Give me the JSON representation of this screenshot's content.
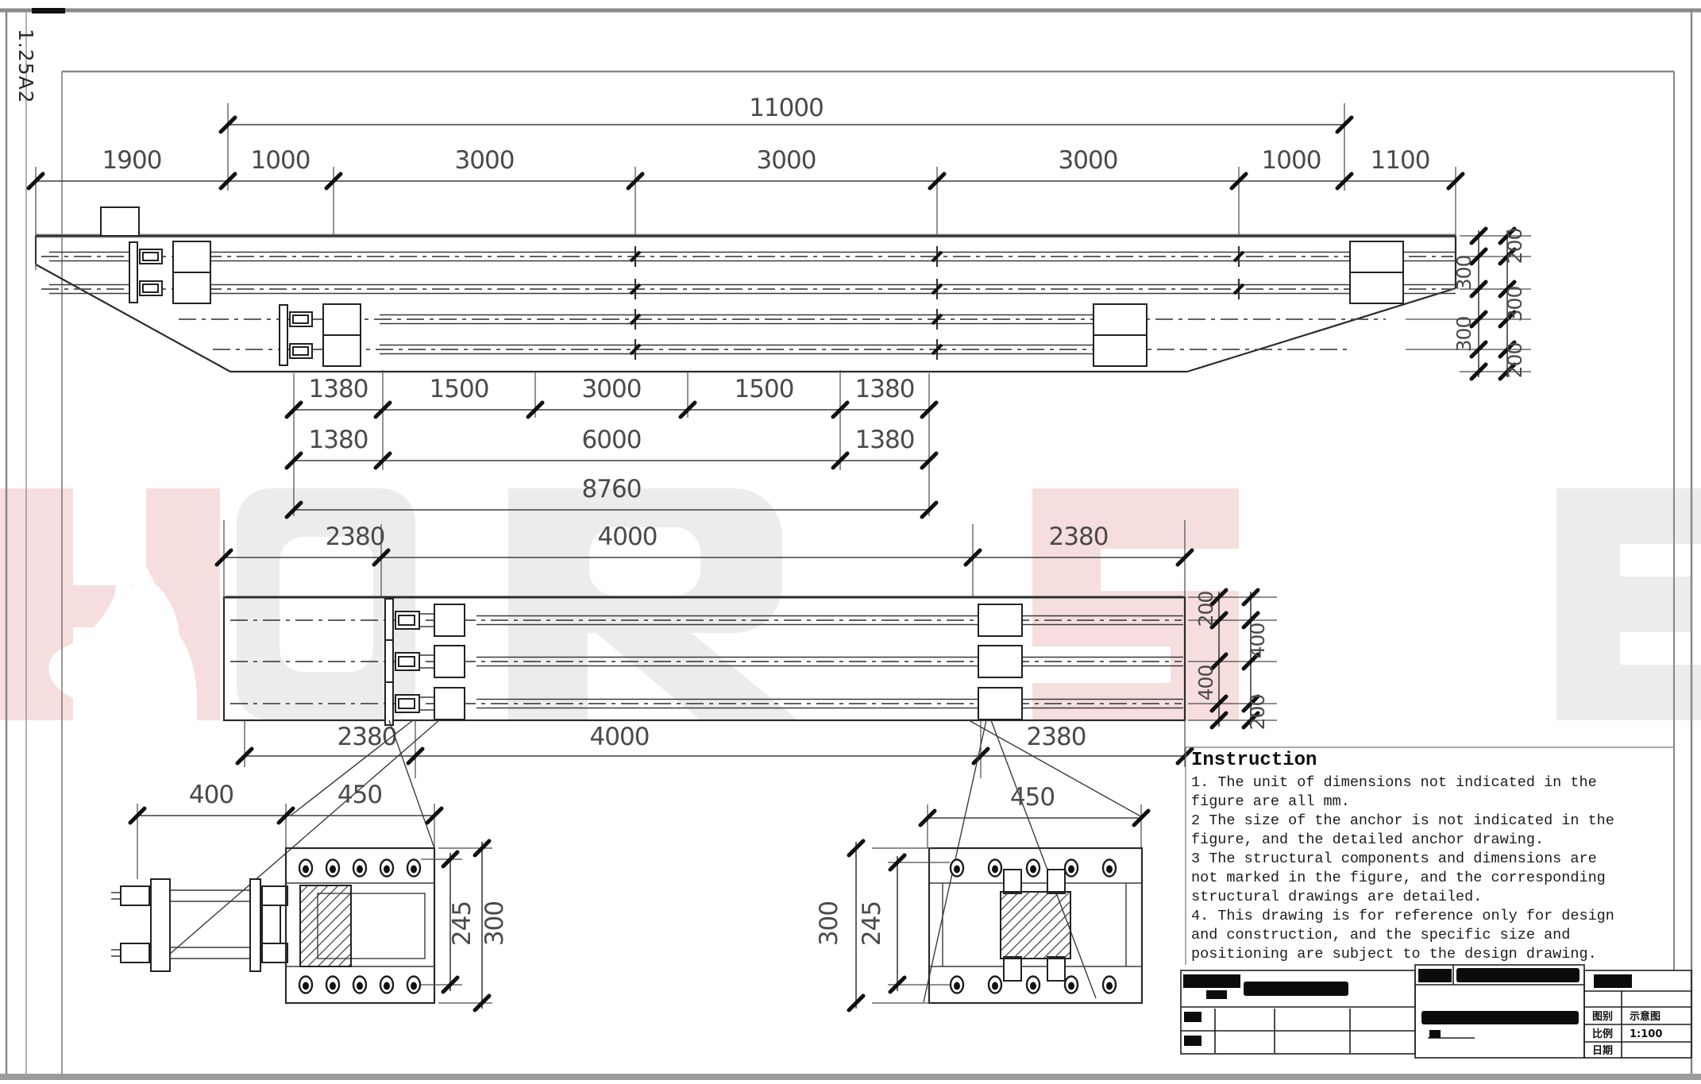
{
  "sheet": {
    "corner_label": "1.25A2"
  },
  "watermark": {
    "letters": [
      "H",
      "O",
      "R",
      "S",
      "E"
    ],
    "pink": "#f6dede",
    "gray": "#ececec"
  },
  "view1": {
    "dim_total": "11000",
    "dims_top": [
      "1900",
      "1000",
      "3000",
      "3000",
      "3000",
      "1000",
      "1100"
    ],
    "dims_rowA": [
      "1380",
      "1500",
      "3000",
      "1500",
      "1380"
    ],
    "dims_rowB": [
      "1380",
      "6000",
      "1380"
    ],
    "dim_rowC": "8760",
    "dims_right": [
      "200",
      "300",
      "300",
      "300",
      "200"
    ]
  },
  "view2": {
    "dims_top": [
      "2380",
      "4000",
      "2380"
    ],
    "dims_bottom": [
      "2380",
      "4000",
      "2380"
    ],
    "dims_right": [
      "200",
      "400",
      "400",
      "200"
    ]
  },
  "detail_left": {
    "dim_400": "400",
    "dim_450": "450",
    "dim_245": "245",
    "dim_300": "300"
  },
  "detail_right": {
    "dim_450": "450",
    "dim_245": "245",
    "dim_300": "300"
  },
  "instructions": {
    "title": "Instruction",
    "lines": [
      "1. The unit of dimensions not indicated in the",
      "figure are all mm.",
      "2 The size of the anchor is not indicated in the",
      "figure, and the detailed anchor drawing.",
      "3 The structural components and dimensions are",
      "not marked in the figure, and the corresponding",
      "structural drawings are detailed.",
      "4. This drawing is for reference only for design",
      "and construction, and the specific size and",
      "positioning are subject to the design drawing."
    ]
  },
  "title_block": {
    "type_label": "图别",
    "type_value": "示意图",
    "scale_label": "比例",
    "scale_value": "1:100",
    "date_label": "日期"
  }
}
